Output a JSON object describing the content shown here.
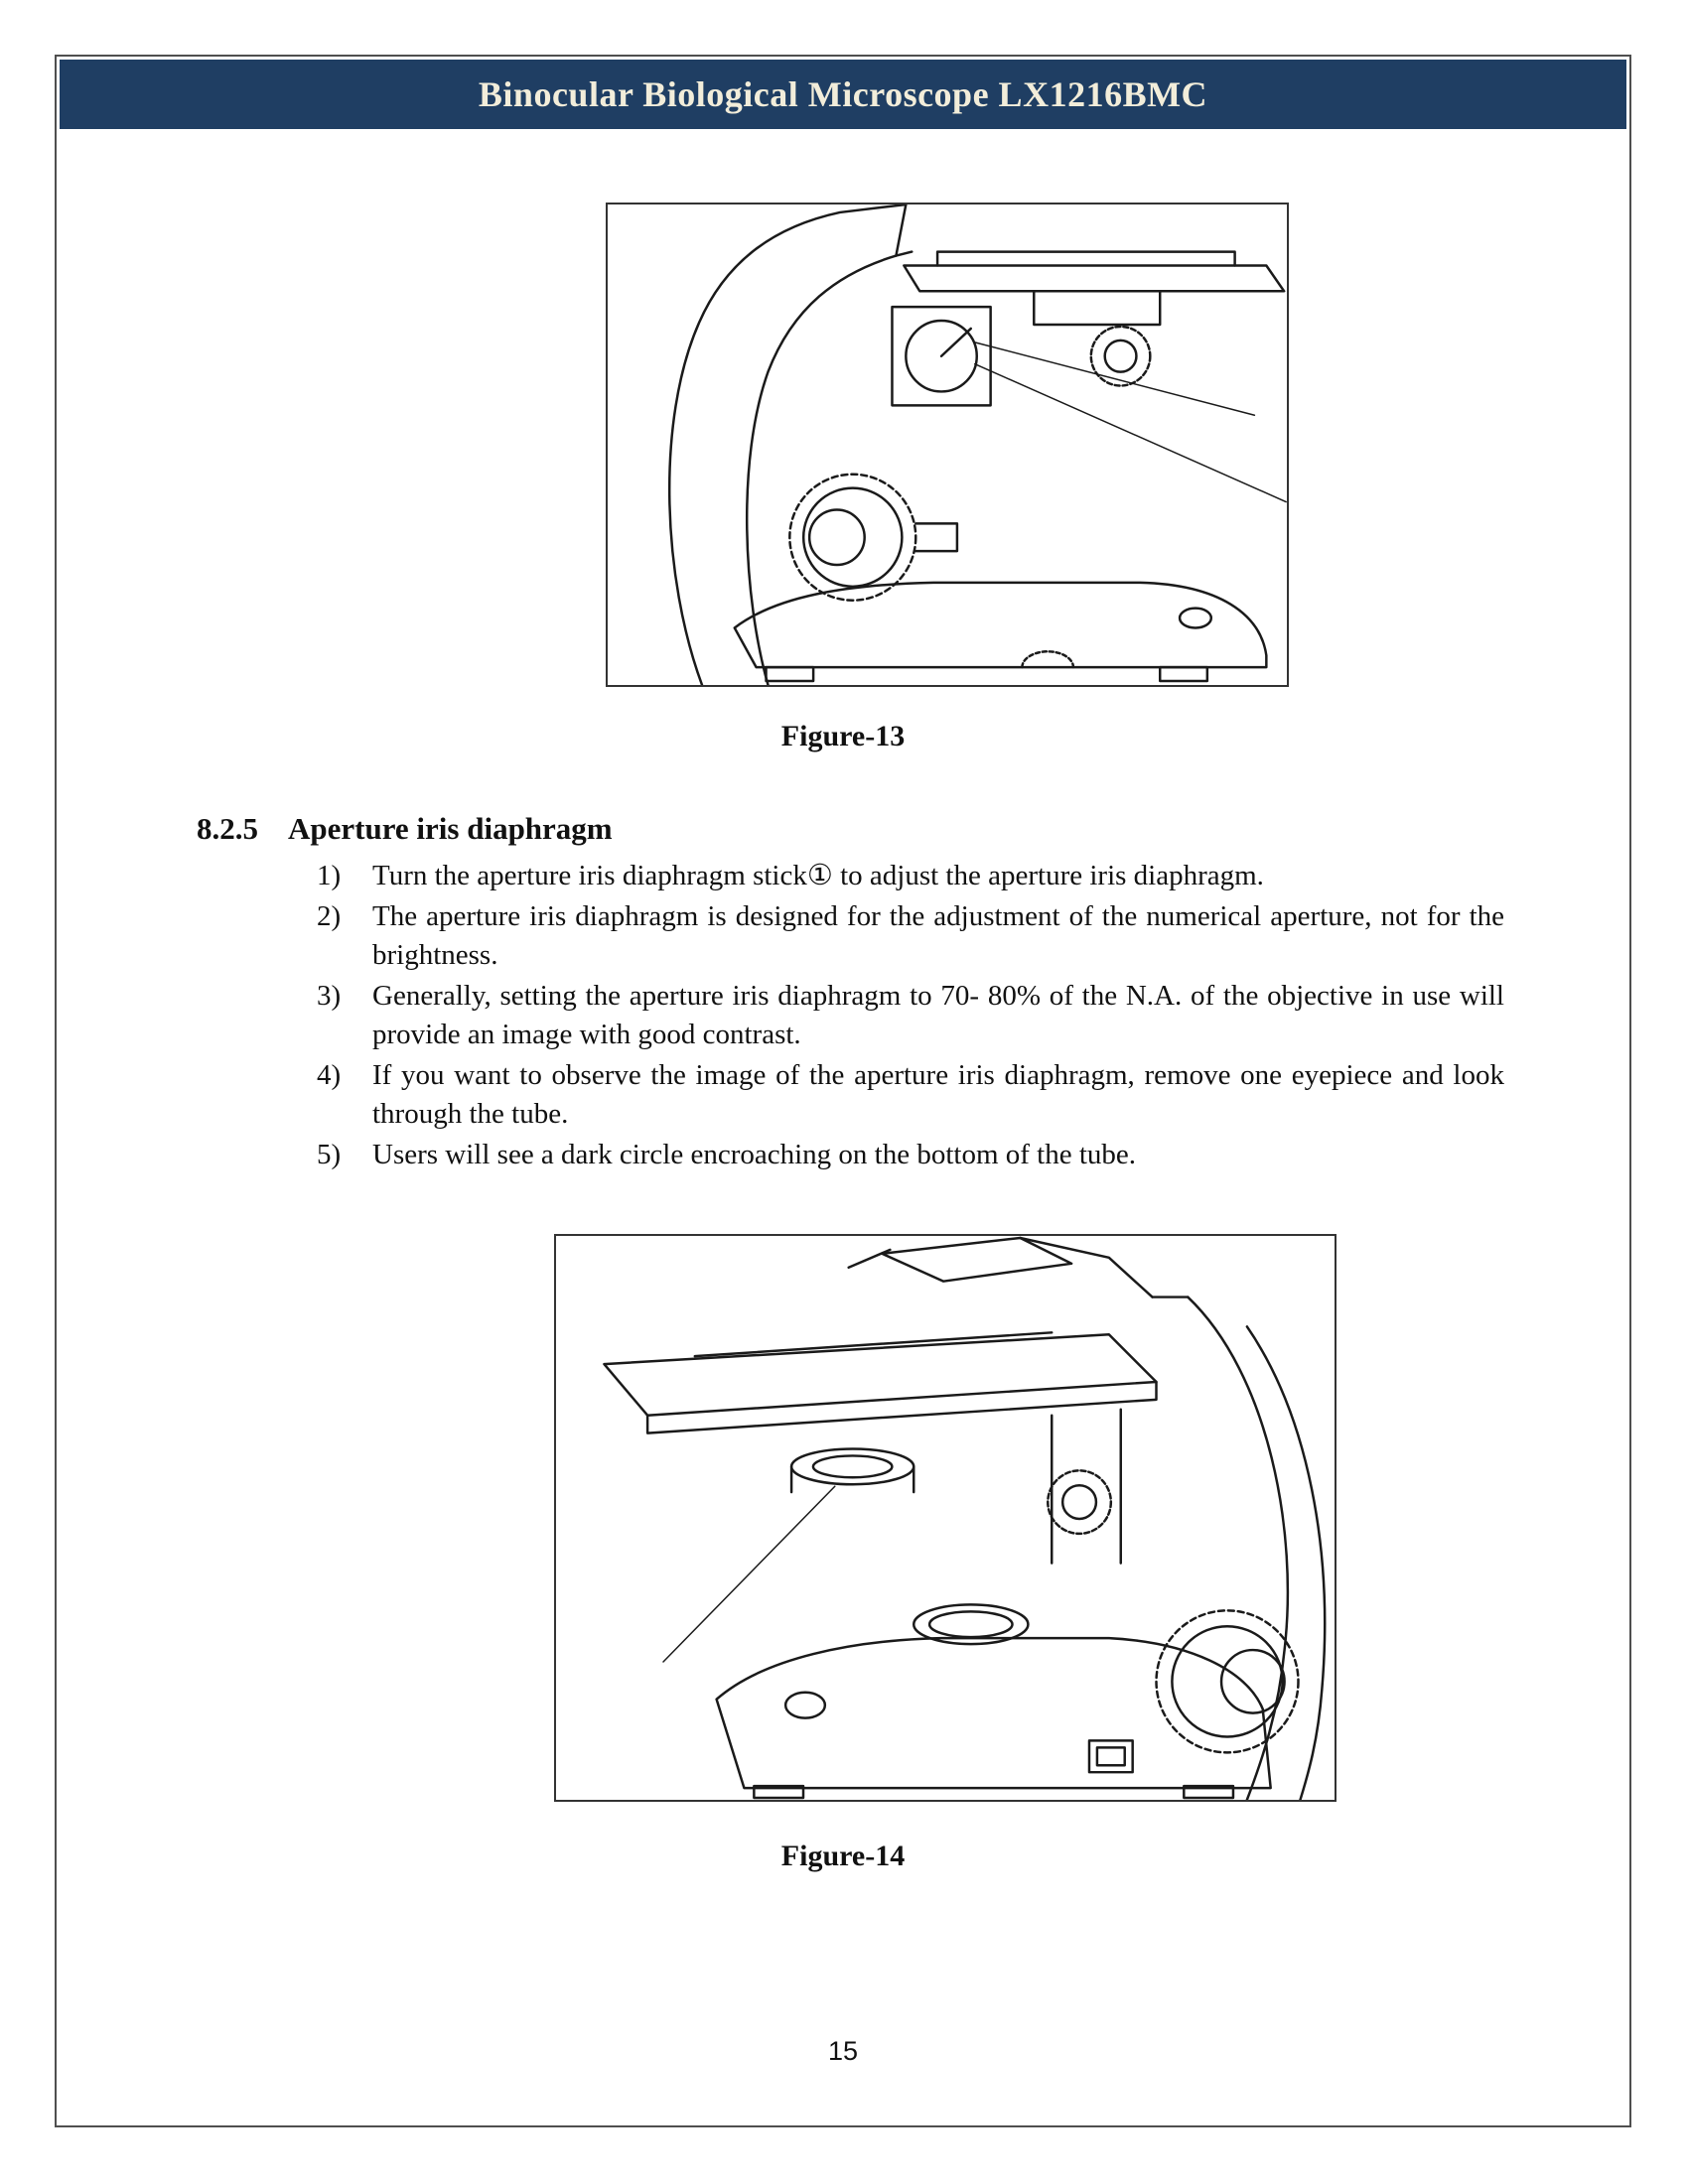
{
  "header": {
    "title": "Binocular Biological Microscope LX1216BMC",
    "bg_color": "#1f3e63",
    "text_color": "#f2edda"
  },
  "figure13": {
    "caption": "Figure-13"
  },
  "figure14": {
    "caption": "Figure-14"
  },
  "section": {
    "number": "8.2.5",
    "title": "Aperture iris diaphragm"
  },
  "list": [
    {
      "num": "1)",
      "text": "Turn the aperture iris diaphragm stick① to adjust the aperture iris diaphragm."
    },
    {
      "num": "2)",
      "text": "The aperture iris diaphragm is designed for the adjustment of the numerical aperture, not for the brightness."
    },
    {
      "num": "3)",
      "text": "Generally, setting the aperture iris diaphragm to 70- 80% of the N.A. of the objective in use will provide an image with good contrast."
    },
    {
      "num": "4)",
      "text": "If you want to observe the image of the aperture iris diaphragm, remove one eyepiece and look through the tube."
    },
    {
      "num": "5)",
      "text": "Users will see a dark circle encroaching on the bottom of the tube."
    }
  ],
  "footer": {
    "page_number": "15"
  }
}
